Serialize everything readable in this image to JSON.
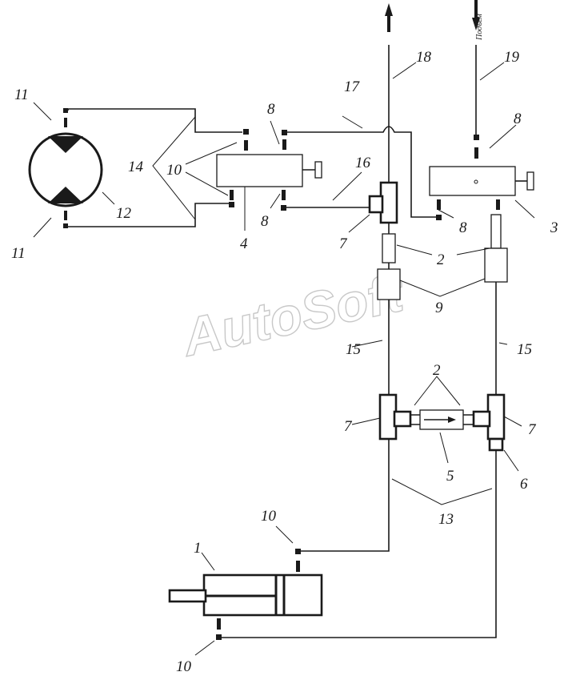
{
  "watermark": "AutoSoft",
  "flow_label": "Подъем",
  "labels": {
    "n1": "1",
    "n2a": "2",
    "n2b": "2",
    "n3": "3",
    "n4": "4",
    "n5": "5",
    "n6": "6",
    "n7a": "7",
    "n7b": "7",
    "n7c": "7",
    "n8a": "8",
    "n8b": "8",
    "n8c": "8",
    "n8d": "8",
    "n9": "9",
    "n10a": "10",
    "n10b": "10",
    "n10c": "10",
    "n11a": "11",
    "n11b": "11",
    "n12": "12",
    "n13": "13",
    "n14": "14",
    "n15a": "15",
    "n15b": "15",
    "n16": "16",
    "n17": "17",
    "n18": "18",
    "n19": "19"
  }
}
